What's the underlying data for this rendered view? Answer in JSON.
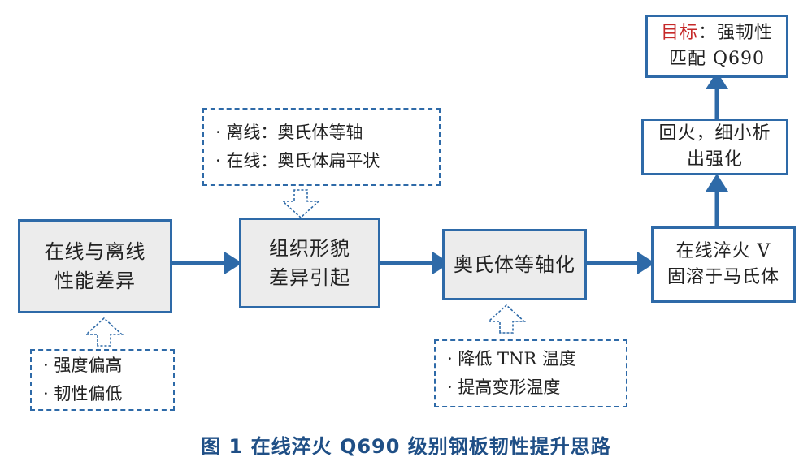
{
  "nodes": {
    "online_offline_diff": [
      "在线与离线",
      "性能差异"
    ],
    "microstructure_diff": [
      "组织形貌",
      "差异引起"
    ],
    "equiaxed_austenite": [
      "奥氏体等轴化"
    ],
    "online_quench": [
      "在线淬火 V",
      "固溶于马氏体"
    ],
    "temper": [
      "回火，细小析",
      "出强化"
    ],
    "target": {
      "label": "目标",
      "text_line1": "：强韧性",
      "text_line2": "匹配 Q690"
    }
  },
  "notes": {
    "strength_toughness": [
      "· 强度偏高",
      "· 韧性偏低"
    ],
    "austenite_shape": [
      "· 离线：奥氏体等轴",
      "· 在线：奥氏体扁平状"
    ],
    "process_measures": [
      "· 降低 TNR 温度",
      "· 提高变形温度"
    ]
  },
  "caption": "图 1   在线淬火 Q690 级别钢板韧性提升思路",
  "colors": {
    "accent": "#2e6aa8",
    "target_label": "#c62828",
    "caption": "#1f4f86",
    "box_fill": "#ececec"
  }
}
